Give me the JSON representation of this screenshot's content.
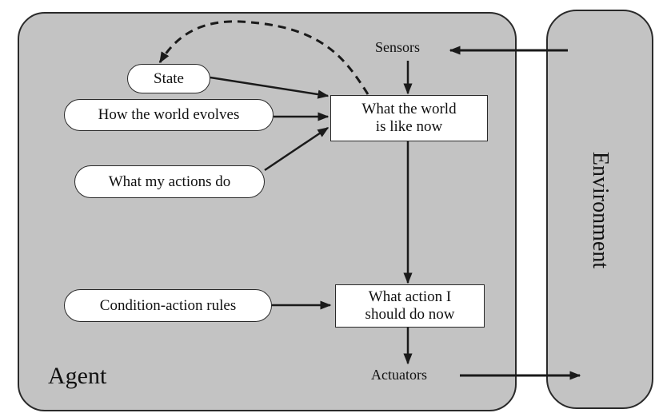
{
  "agent": {
    "label": "Agent",
    "state": "State",
    "world_evolves": "How the world evolves",
    "actions_do": "What my actions do",
    "condition_rules": "Condition-action rules",
    "world_now": [
      "What the world",
      "is like now"
    ],
    "action_now": [
      "What action I",
      "should do now"
    ],
    "sensors": "Sensors",
    "actuators": "Actuators"
  },
  "environment": {
    "label": "Environment"
  }
}
